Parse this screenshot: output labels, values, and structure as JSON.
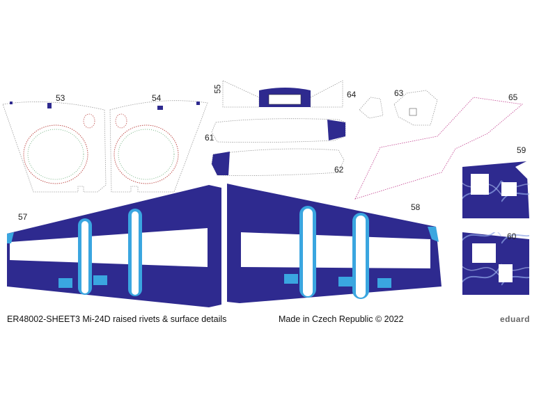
{
  "sheet": {
    "code": "ER48002-SHEET3",
    "caption": "ER48002-SHEET3 Mi-24D raised rivets & surface details",
    "origin": "Made in Czech Republic © 2022",
    "brand": "eduard"
  },
  "colors": {
    "navy": "#2e2a8f",
    "cyan": "#3aa6e0",
    "rivet_red": "#c0504d",
    "rivet_green": "#5aa36b",
    "rivet_blue": "#3f6fb5",
    "rivet_magenta": "#c2428f",
    "outline": "#9a9a9a"
  },
  "parts": [
    {
      "number": "53"
    },
    {
      "number": "54"
    },
    {
      "number": "55"
    },
    {
      "number": "61"
    },
    {
      "number": "62"
    },
    {
      "number": "64"
    },
    {
      "number": "63"
    },
    {
      "number": "65"
    },
    {
      "number": "59"
    },
    {
      "number": "60"
    },
    {
      "number": "57"
    },
    {
      "number": "58"
    }
  ]
}
